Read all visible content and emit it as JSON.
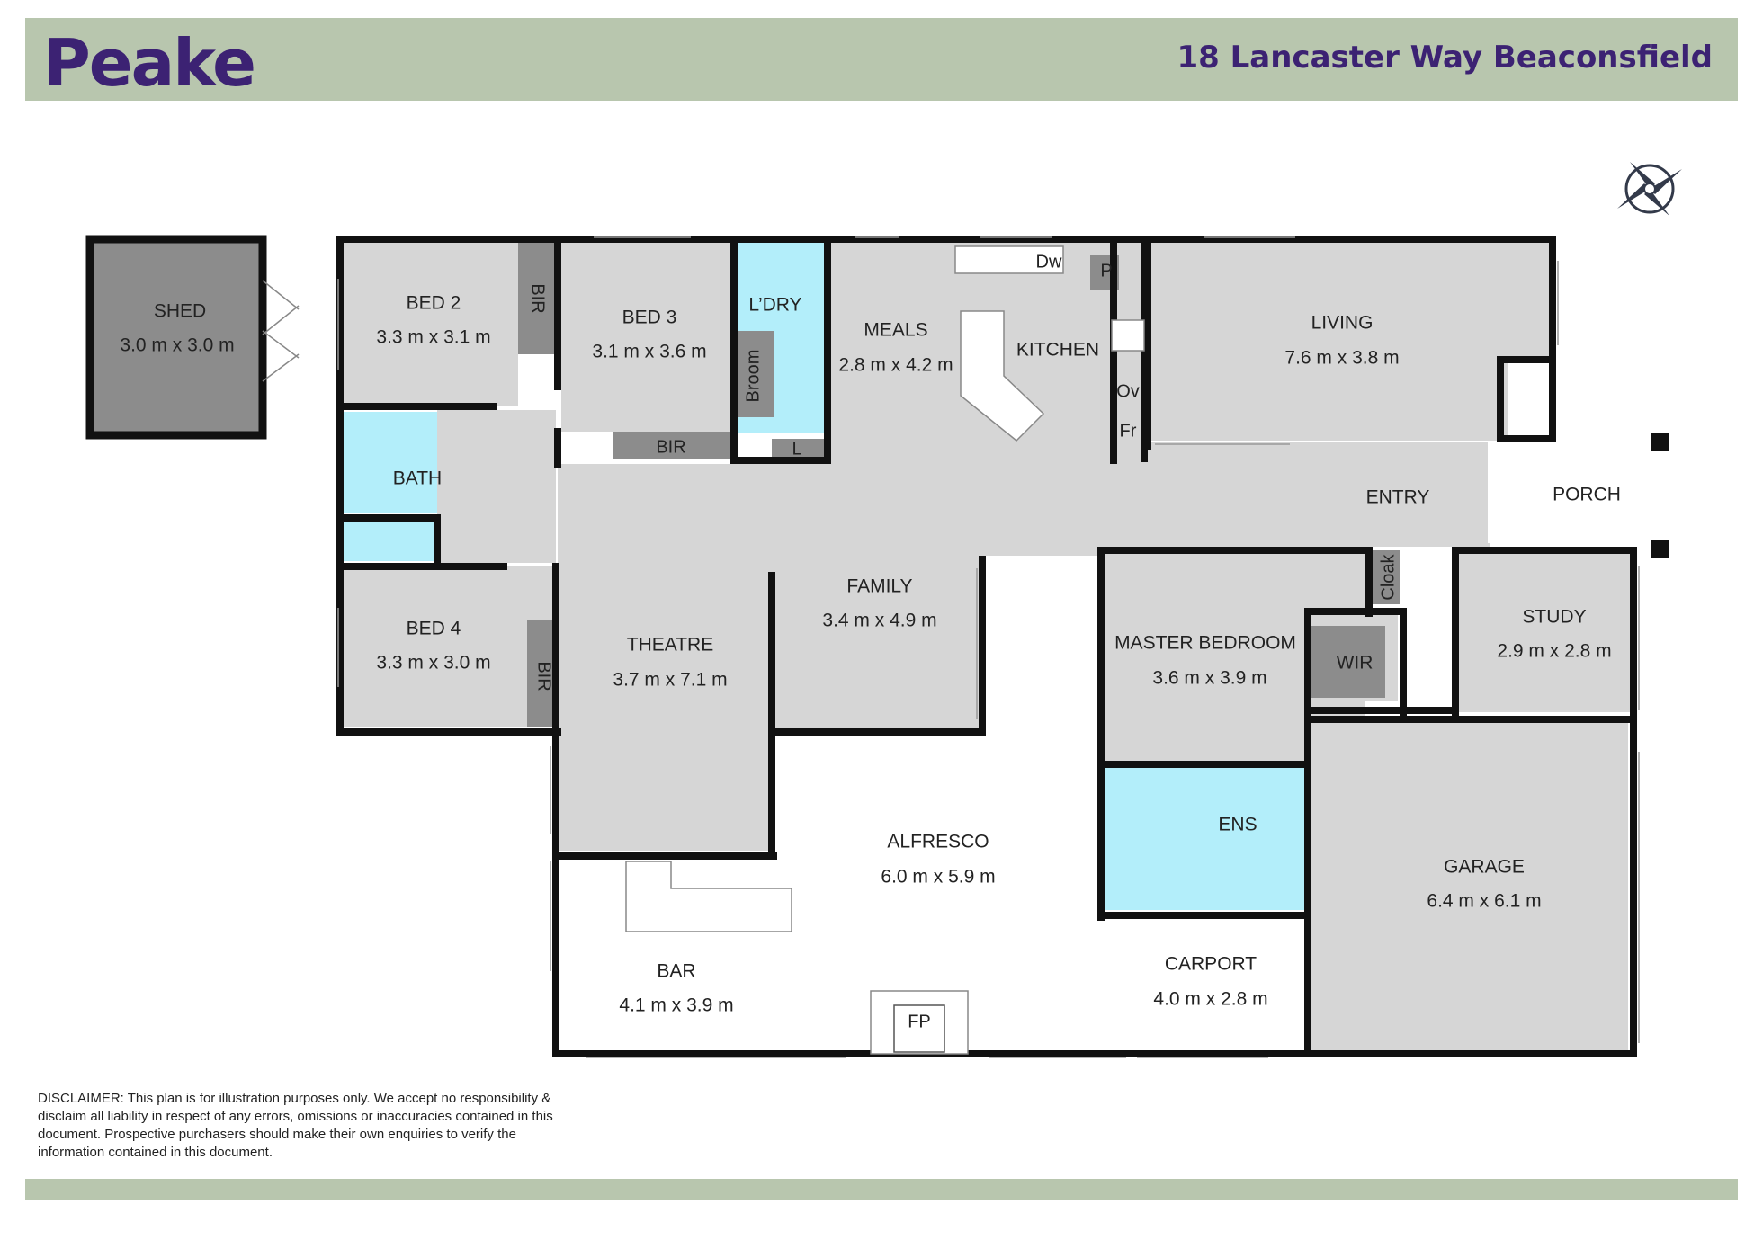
{
  "header": {
    "brand": "Peake",
    "address": "18 Lancaster Way Beaconsfield"
  },
  "colors": {
    "header_band": "#b8c6ae",
    "brand_text": "#3c2273",
    "room_fill": "#d6d6d6",
    "wet_area_fill": "#b3eefa",
    "storage_fill": "#8c8c8c",
    "wall": "#111111"
  },
  "rooms": {
    "shed": {
      "name": "SHED",
      "size": "3.0 m x 3.0 m"
    },
    "bed2": {
      "name": "BED 2",
      "size": "3.3 m x 3.1 m"
    },
    "bed3": {
      "name": "BED 3",
      "size": "3.1 m x 3.6 m"
    },
    "bed4": {
      "name": "BED 4",
      "size": "3.3 m x 3.0 m"
    },
    "meals": {
      "name": "MEALS",
      "size": "2.8 m x 4.2 m"
    },
    "kitchen": {
      "name": "KITCHEN"
    },
    "living": {
      "name": "LIVING",
      "size": "7.6 m x 3.8 m"
    },
    "entry": {
      "name": "ENTRY"
    },
    "porch": {
      "name": "PORCH"
    },
    "theatre": {
      "name": "THEATRE",
      "size": "3.7 m x 7.1 m"
    },
    "family": {
      "name": "FAMILY",
      "size": "3.4 m x 4.9 m"
    },
    "master": {
      "name": "MASTER BEDROOM",
      "size": "3.6 m x 3.9 m"
    },
    "study": {
      "name": "STUDY",
      "size": "2.9 m x 2.8 m"
    },
    "alfresco": {
      "name": "ALFRESCO",
      "size": "6.0 m x 5.9 m"
    },
    "bar": {
      "name": "BAR",
      "size": "4.1 m x 3.9 m"
    },
    "carport": {
      "name": "CARPORT",
      "size": "4.0 m x 2.8 m"
    },
    "garage": {
      "name": "GARAGE",
      "size": "6.4 m x 6.1 m"
    },
    "bath": {
      "name": "BATH"
    },
    "ens": {
      "name": "ENS"
    },
    "laundry": {
      "name": "L’DRY"
    },
    "wir": {
      "name": "WIR"
    }
  },
  "fixtures": {
    "bir": "BIR",
    "broom": "Broom",
    "cloak": "Cloak",
    "linen": "L",
    "pantry": "P",
    "dishwasher": "Dw",
    "oven": "Ov",
    "fridge": "Fr",
    "fireplace": "FP"
  },
  "disclaimer": "DISCLAIMER: This plan is for illustration purposes only. We accept no responsibility & disclaim all liability in respect of any errors, omissions or inaccuracies contained in this document. Prospective purchasers should make their own enquiries to verify the information contained in this document."
}
